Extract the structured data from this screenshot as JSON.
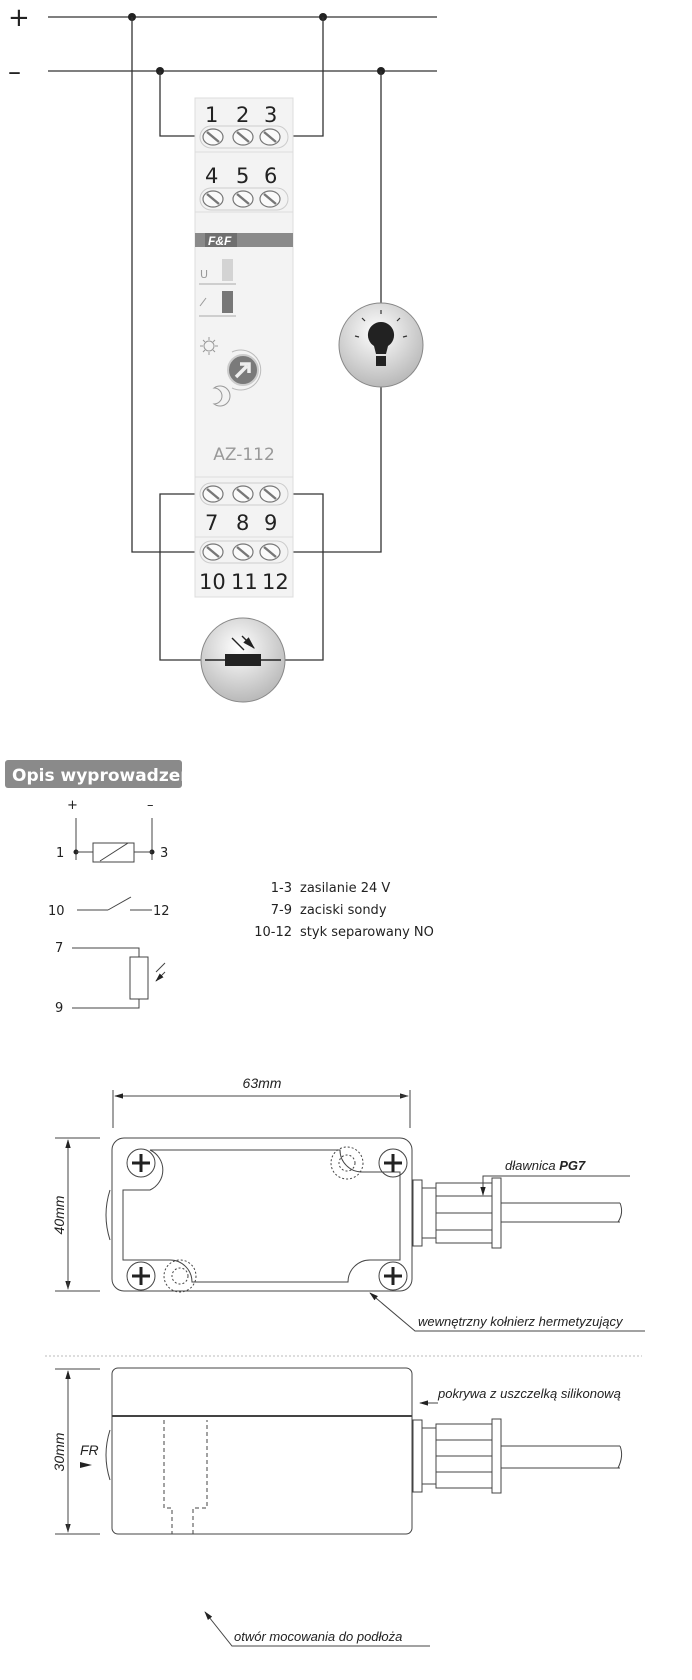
{
  "wiring": {
    "plus": "+",
    "minus": "–",
    "terminals_top": [
      "1",
      "2",
      "3"
    ],
    "terminals_mid": [
      "4",
      "5",
      "6"
    ],
    "terminals_b1": [
      "7",
      "8",
      "9"
    ],
    "terminals_b2": [
      "10",
      "11",
      "12"
    ],
    "brand": "F&F",
    "led_u": "U",
    "model": "AZ-112"
  },
  "pinout": {
    "title": "Opis wyprowadzeń",
    "sym_plus": "+",
    "sym_minus": "–",
    "pin1": "1",
    "pin3": "3",
    "pin10": "10",
    "pin12": "12",
    "pin7": "7",
    "pin9": "9",
    "legend": [
      {
        "pins": "1-3",
        "desc": "zasilanie 24 V"
      },
      {
        "pins": "7-9",
        "desc": "zaciski sondy"
      },
      {
        "pins": "10-12",
        "desc": "styk separowany NO"
      }
    ]
  },
  "drawing": {
    "width_dim": "63mm",
    "height_dim": "40mm",
    "depth_dim": "30mm",
    "gland_label": "dławnica ",
    "gland_type": "PG7",
    "flange_label": "wewnętrzny kołnierz hermetyzujący",
    "cover_label": "pokrywa z uszczelką silikonową",
    "fr_label": "FR",
    "hole_label": "otwór mocowania do podłoża"
  },
  "colors": {
    "panel": "#8a8a8a",
    "module": "#f3f3f3",
    "line": "#333333"
  }
}
